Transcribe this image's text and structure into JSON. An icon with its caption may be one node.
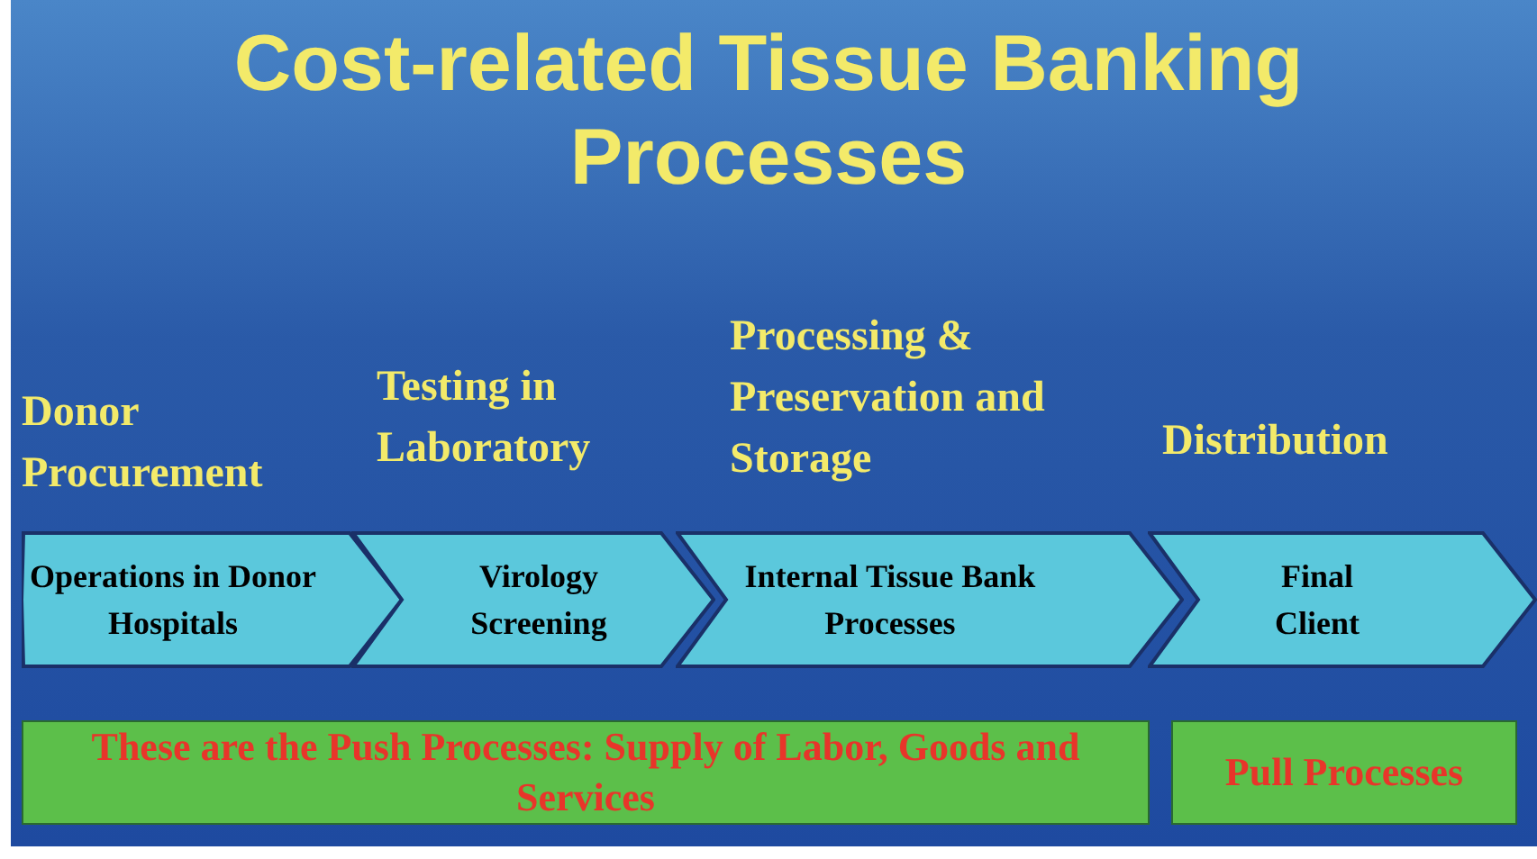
{
  "diagram": {
    "title": "Cost-related Tissue Banking Processes",
    "nodes": [
      {
        "text": [
          "Donor Procurement",
          "Operations in Donor Hospitals"
        ]
      },
      {
        "text": [
          "Testing in Laboratory",
          "Virology Screening"
        ]
      },
      {
        "text": [
          "Processing & Preservation and Storage",
          "Internal Tissue Bank Processes"
        ]
      },
      {
        "text": [
          "Distribution",
          "Final Client"
        ]
      },
      {
        "text": [
          "These are the Push Processes: Supply of Labor, Goods and Services"
        ]
      },
      {
        "text": [
          "Pull Processes"
        ]
      }
    ]
  }
}
